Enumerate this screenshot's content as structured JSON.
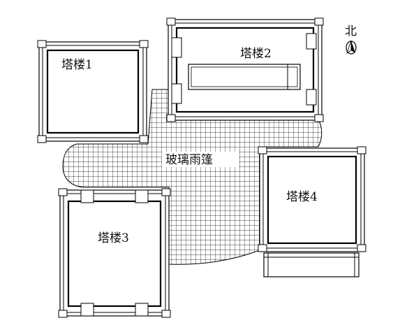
{
  "labels": {
    "tower1": "塔楼1",
    "tower2": "塔楼2",
    "tower3": "塔楼3",
    "tower4": "塔楼4",
    "canopy": "玻璃雨篷",
    "north": "北"
  },
  "colors": {
    "ink": "#000000",
    "paper": "#ffffff"
  },
  "icons": {
    "north": "north-arrow-icon"
  }
}
